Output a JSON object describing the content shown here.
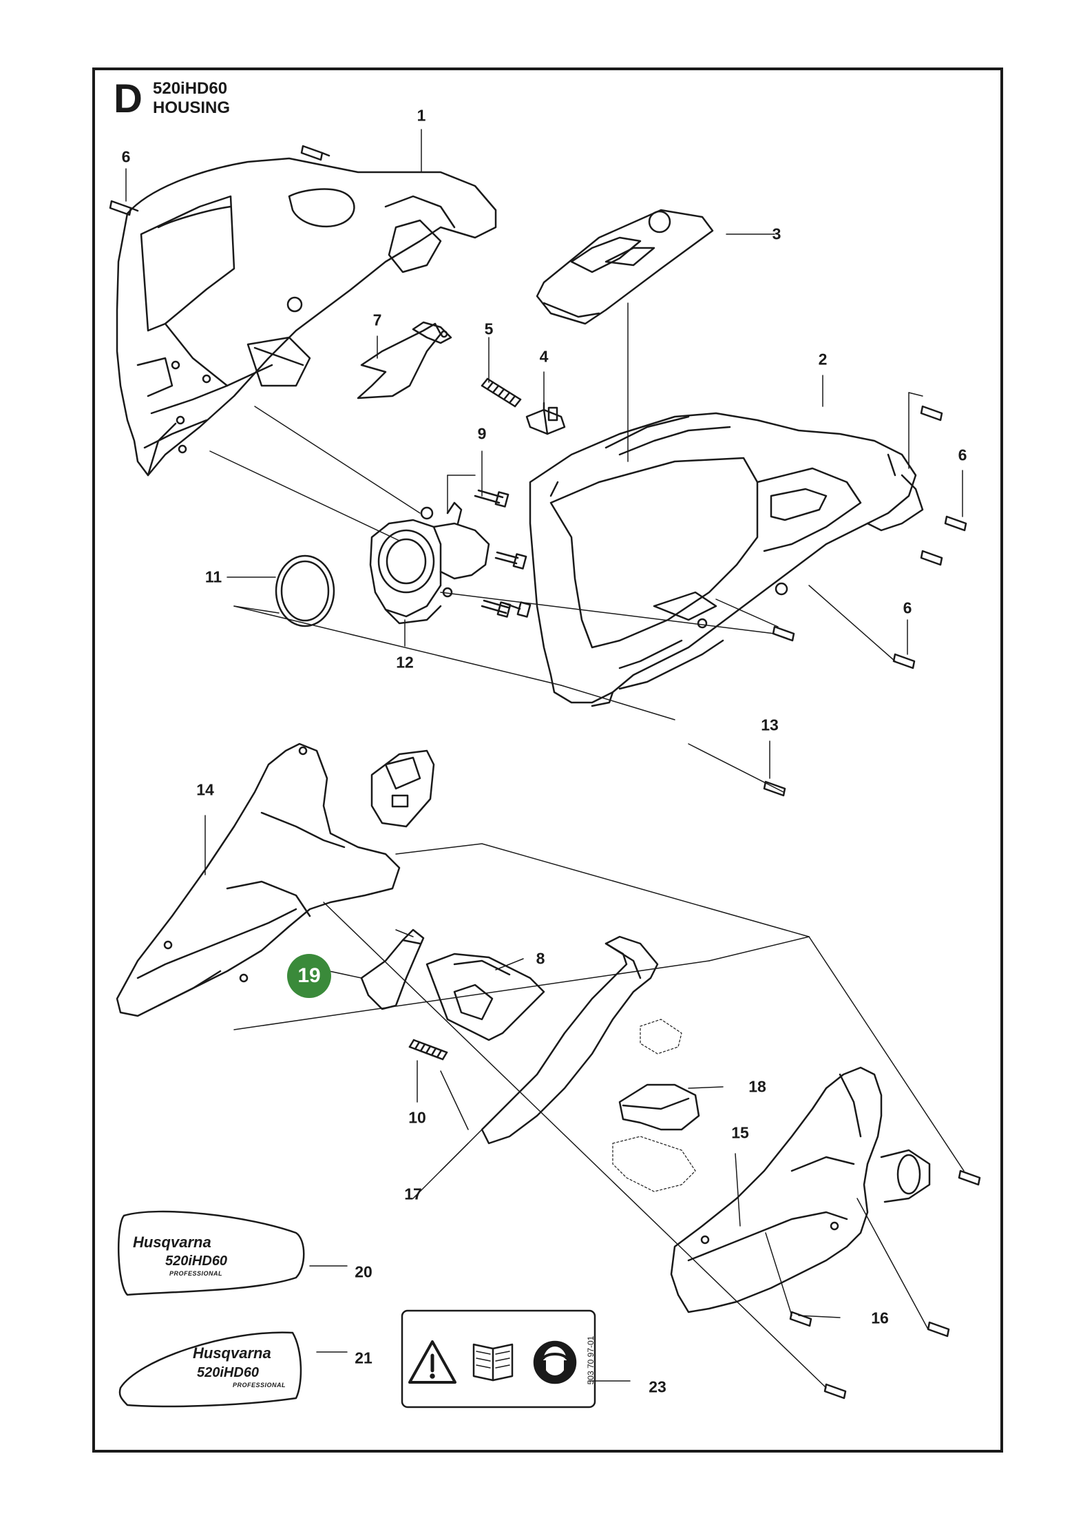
{
  "header": {
    "section_letter": "D",
    "model": "520iHD60",
    "section_title": "HOUSING"
  },
  "callouts": [
    "1",
    "2",
    "3",
    "4",
    "5",
    "6",
    "6",
    "6",
    "7",
    "8",
    "9",
    "10",
    "11",
    "12",
    "13",
    "14",
    "15",
    "16",
    "17",
    "18",
    "19",
    "20",
    "21",
    "23"
  ],
  "highlight": {
    "number": "19",
    "color": "#3a8a3a"
  },
  "decals": {
    "brand": "Husqvarna",
    "model": "520iHD60",
    "grade": "PROFESSIONAL"
  },
  "warning_label": {
    "part_number": "503 70 97-01",
    "icons": [
      "warning-triangle-icon",
      "manual-book-icon",
      "hearing-eye-protection-icon"
    ]
  },
  "colors": {
    "line": "#1a1a1a",
    "badge": "#3a8a3a",
    "panel_fill": "#f2f2f2"
  }
}
